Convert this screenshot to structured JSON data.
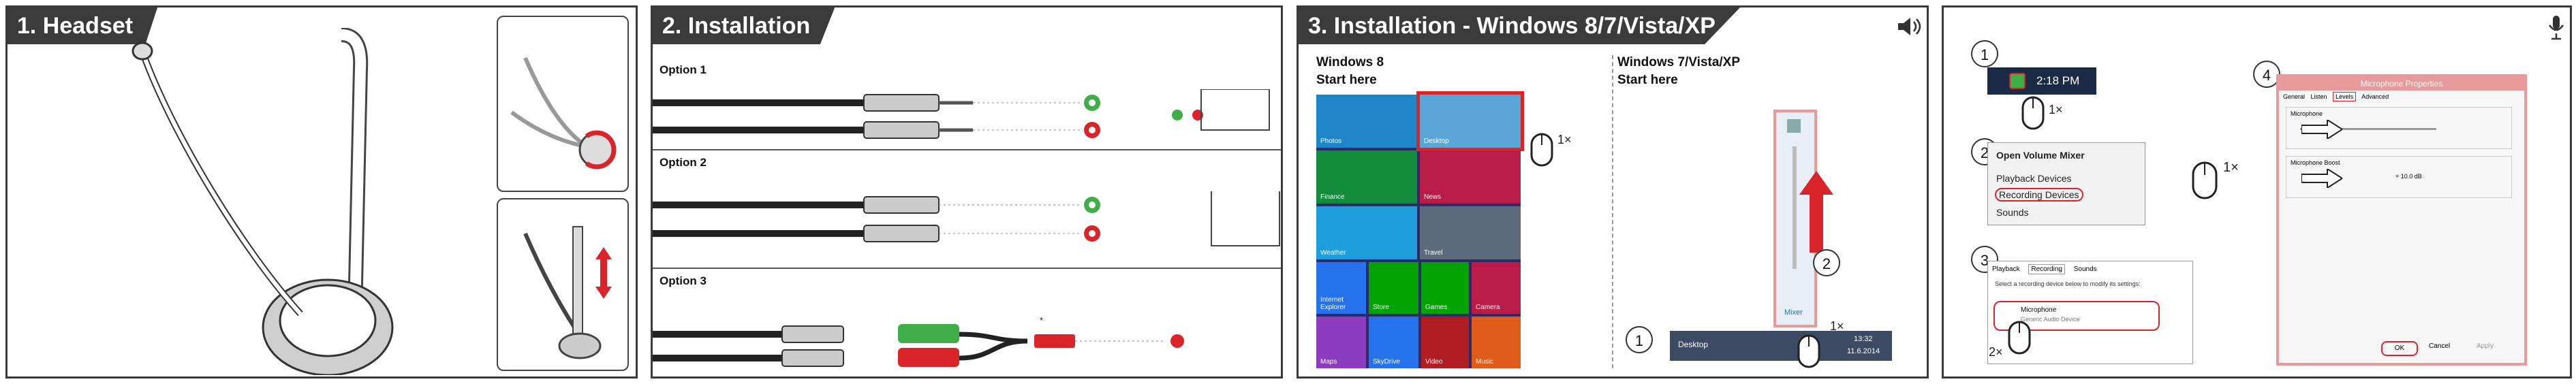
{
  "panels": [
    {
      "title": "1. Headset"
    },
    {
      "title": "2. Installation",
      "options": [
        "Option 1",
        "Option 2",
        "Option 3"
      ],
      "star": "*"
    },
    {
      "title": "3. Installation - Windows 8/7/Vista/XP",
      "win8_heading": "Windows 8\nStart here",
      "win7_heading": "Windows 7/Vista/XP\nStart here",
      "tiles": [
        "Photos",
        "Desktop",
        "Finance",
        "News",
        "Weather",
        "Travel",
        "Internet Explorer",
        "Store",
        "Games",
        "Camera",
        "Maps",
        "SkyDrive",
        "Video",
        "Music"
      ],
      "mixer_label": "Mixer",
      "taskbar_label": "Desktop",
      "clock_time": "13:32",
      "clock_date": "11.6.2014",
      "click_once": "1×",
      "steps": [
        "1",
        "2"
      ]
    },
    {
      "steps": [
        "1",
        "2",
        "3",
        "4"
      ],
      "tray_time": "2:18 PM",
      "click_once": "1×",
      "click_twice": "2×",
      "menu": [
        "Open Volume Mixer",
        "Playback Devices",
        "Recording Devices",
        "Sounds"
      ],
      "sound_tabs": [
        "Playback",
        "Recording",
        "Sounds"
      ],
      "sound_instruction": "Select a recording device below to modify its settings:",
      "device_name": "Microphone",
      "device_desc": "Generic Audio Device",
      "mic_props_title": "Microphone Properties",
      "mic_tabs": [
        "General",
        "Listen",
        "Levels",
        "Advanced"
      ],
      "level_label": "Microphone",
      "boost_label": "Microphone Boost",
      "boost_value": "+ 10.0 dB",
      "ok": "OK",
      "cancel": "Cancel",
      "apply": "Apply"
    }
  ],
  "colors": {
    "tab_bg": "#3b3b3b",
    "red": "#d9252a",
    "green": "#3fae49",
    "win_blue": "#1e73be"
  }
}
